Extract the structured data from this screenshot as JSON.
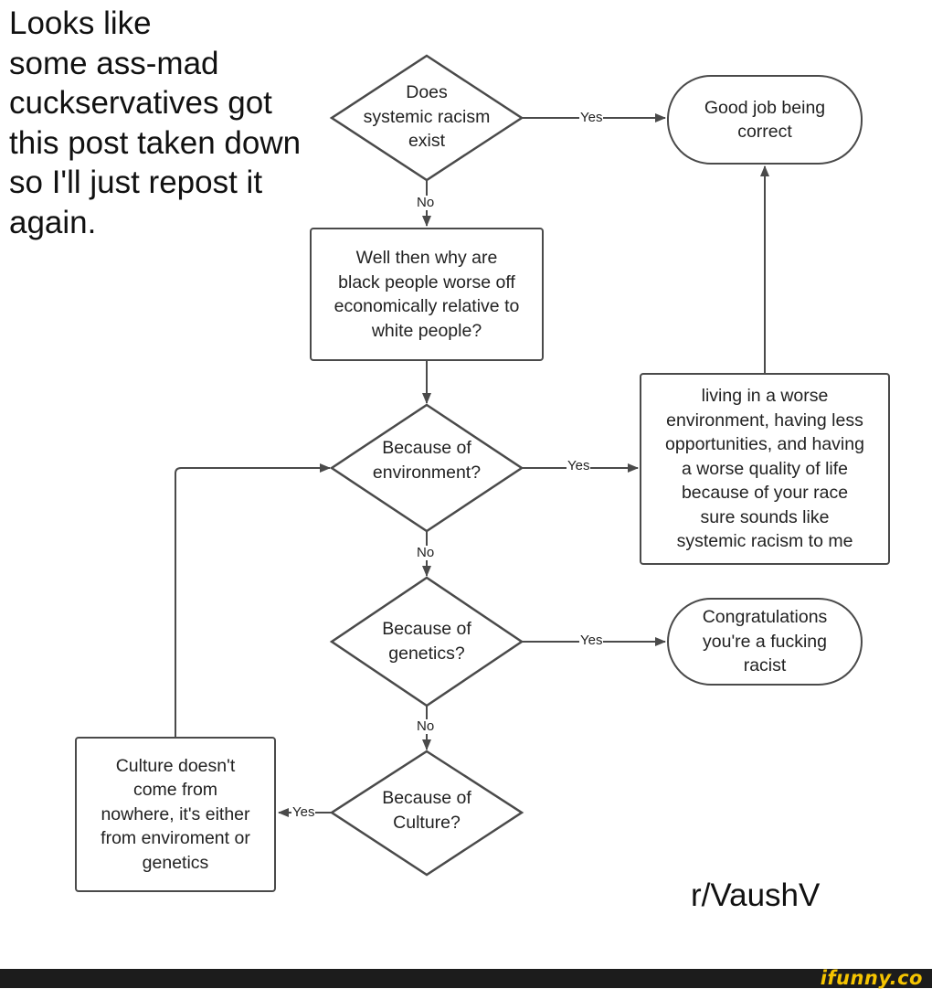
{
  "caption": "Looks like\nsome ass-mad\ncuckservatives got\nthis post taken down\nso I'll just repost it\nagain.",
  "nodes": {
    "d1": "Does\nsystemic racism\nexist",
    "box_why": "Well then why are\nblack people worse off\neconomically relative to\nwhite people?",
    "good_job": "Good job being\ncorrect",
    "d2": "Because of\nenvironment?",
    "env_box": "living in a worse\nenvironment, having less\nopportunities, and having\na worse quality of life\nbecause of your race\nsure sounds like\nsystemic racism to me",
    "d3": "Because of\ngenetics?",
    "racist": "Congratulations\nyou're a fucking\nracist",
    "d4": "Because of\nCulture?",
    "culture_box": "Culture doesn't\ncome from\nnowhere, it's either\nfrom enviroment or\ngenetics"
  },
  "edges": {
    "yes": "Yes",
    "no": "No"
  },
  "credit": "r/VaushV",
  "watermark": "ifunny.co",
  "colors": {
    "line": "#4a4a4a",
    "footer": "#1c1c1c",
    "logo": "#f5c400"
  }
}
